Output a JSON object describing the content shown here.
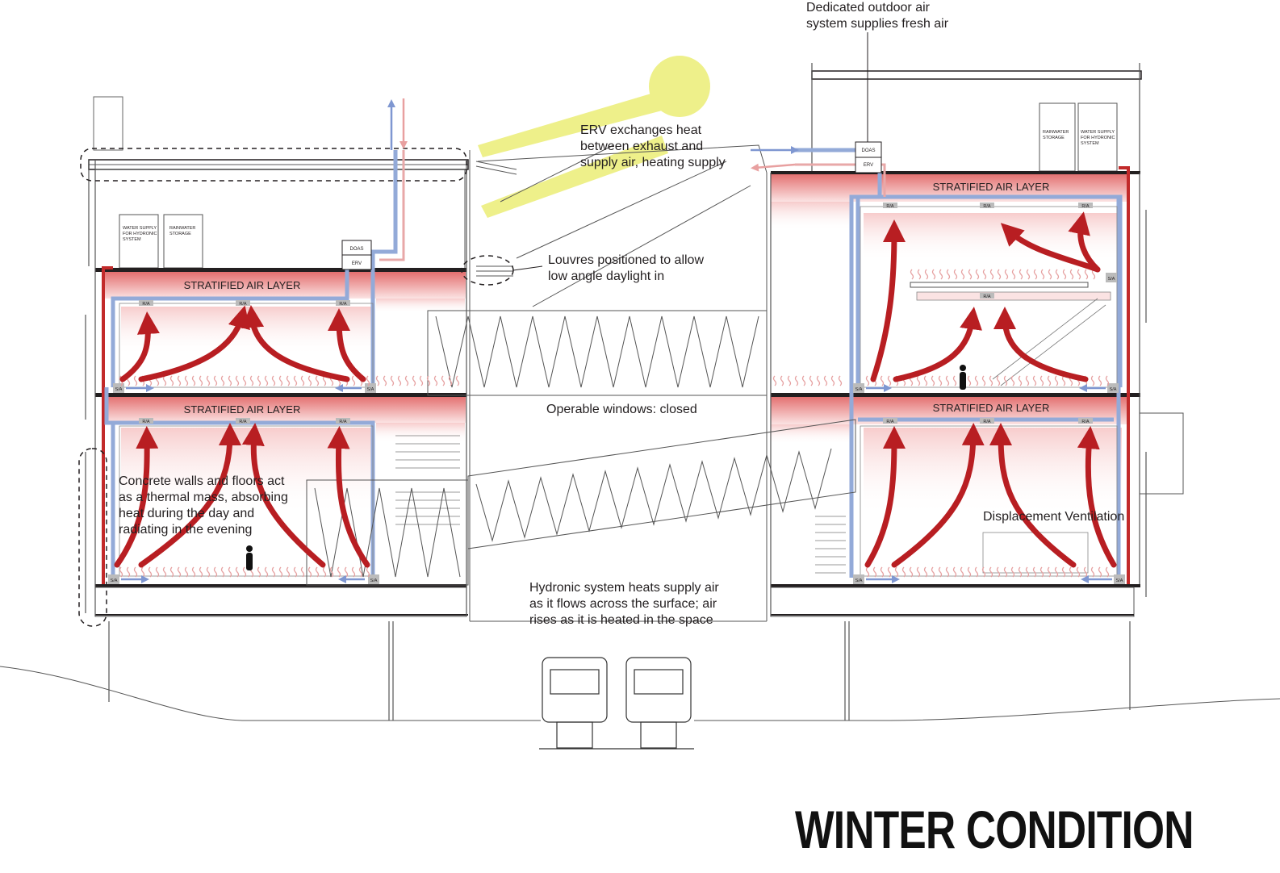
{
  "title": "WINTER CONDITION",
  "annotations": {
    "doas": "Dedicated outdoor air\nsystem supplies fresh air",
    "erv": "ERV exchanges heat\nbetween exhaust and\nsupply air, heating supply",
    "louvres": "Louvres positioned to allow\nlow angle daylight in",
    "windows": "Operable windows: closed",
    "thermal_mass": "Concrete walls and floors act\n as a thermal mass, absorbing\nheat during the day and\nradiating in the evening",
    "displacement": "Displacement Ventilation",
    "hydronic": "Hydronic system heats supply air\nas it flows across the surface; air\nrises as it is heated in the space"
  },
  "labels": {
    "stratified": "STRATIFIED AIR LAYER",
    "ra": "R/A",
    "sa": "S/A",
    "doas_box": "DOAS",
    "erv_box": "ERV",
    "water_supply_l1": "WATER SUPPLY",
    "water_supply_l2": "FOR HYDRONIC",
    "water_supply_l3": "SYSTEM",
    "rainwater_l1": "RAINWATER",
    "rainwater_l2": "STORAGE"
  },
  "colors": {
    "warm_arrow": "#b81e22",
    "stratified_dark": "#e07070",
    "stratified_light": "#fbe3e3",
    "supply_duct": "#8fa8d6",
    "exhaust_duct": "#e8a0a0",
    "sun": "#eef08a",
    "line": "#231f20",
    "waves": "#e6a0a0"
  }
}
